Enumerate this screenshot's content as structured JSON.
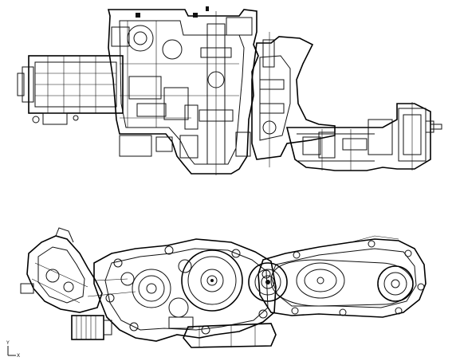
{
  "drawing": {
    "views": [
      {
        "id": "top-view"
      },
      {
        "id": "side-view"
      }
    ],
    "triad": {
      "y_label": "Y",
      "x_label": "X"
    }
  }
}
